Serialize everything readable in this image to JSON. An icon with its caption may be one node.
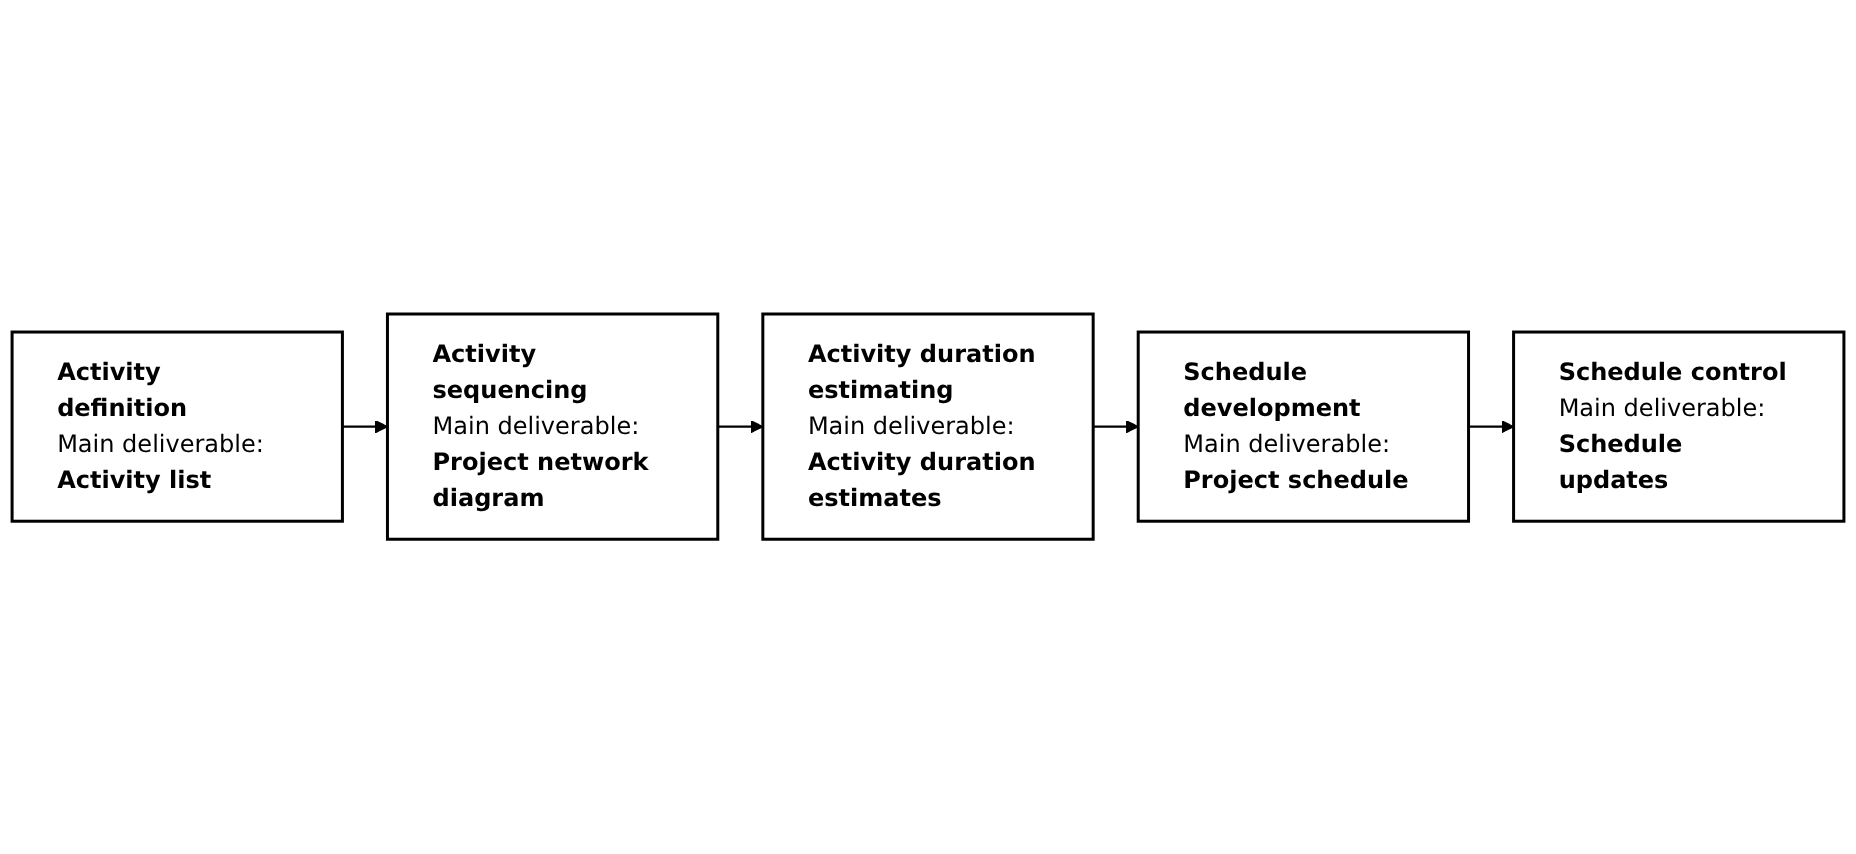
{
  "diagram": {
    "nodes": [
      {
        "text": [
          "Activity definition",
          "Main deliverable:",
          "Activity list"
        ]
      },
      {
        "text": [
          "Activity sequencing",
          "Main deliverable:",
          "Project network diagram"
        ]
      },
      {
        "text": [
          "Activity duration estimating",
          "Main deliverable:",
          "Activity duration estimates"
        ]
      },
      {
        "text": [
          "Schedule development",
          "Main deliverable:",
          "Project schedule"
        ]
      },
      {
        "text": [
          "Schedule control",
          "Main deliverable:",
          "Schedule updates"
        ]
      }
    ],
    "edges": [
      {
        "from": 0,
        "to": 1,
        "arrow": "to"
      },
      {
        "from": 1,
        "to": 2,
        "arrow": "to"
      },
      {
        "from": 2,
        "to": 3,
        "arrow": "to"
      },
      {
        "from": 3,
        "to": 4,
        "arrow": "to"
      }
    ]
  }
}
